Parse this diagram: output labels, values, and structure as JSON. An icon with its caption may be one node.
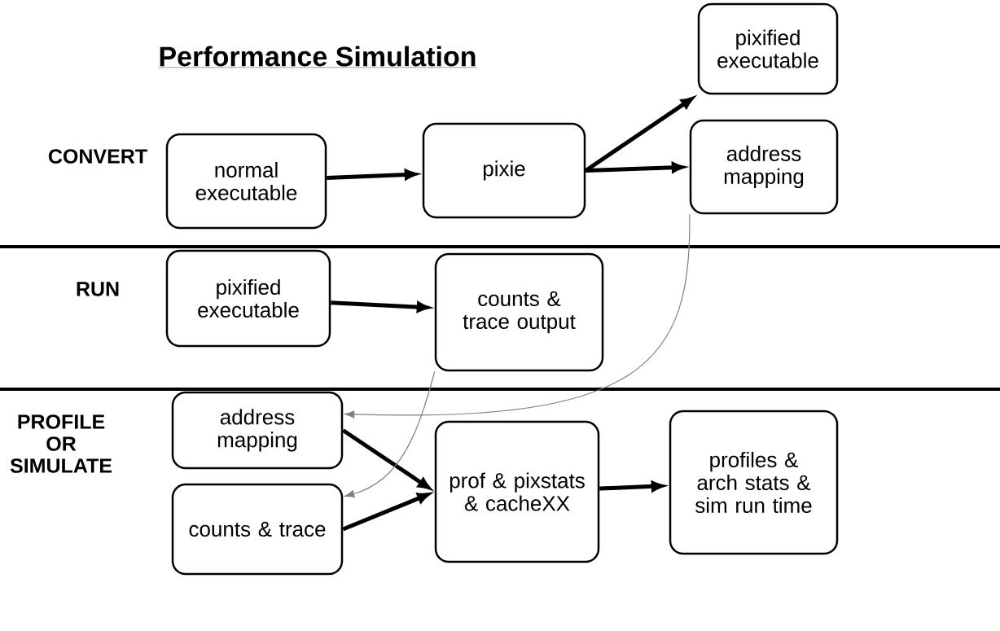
{
  "diagram": {
    "title": "Performance Simulation",
    "nodes": [
      {
        "text": [
          "normal executable"
        ]
      },
      {
        "text": [
          "pixie"
        ]
      },
      {
        "text": [
          "pixified executable"
        ]
      },
      {
        "text": [
          "address mapping"
        ]
      },
      {
        "text": [
          "pixified executable"
        ]
      },
      {
        "text": [
          "counts & trace output"
        ]
      },
      {
        "text": [
          "address mapping"
        ]
      },
      {
        "text": [
          "counts & trace"
        ]
      },
      {
        "text": [
          "prof & pixstats & cacheXX"
        ]
      },
      {
        "text": [
          "profiles & arch stats & sim run time"
        ]
      }
    ],
    "edges": [
      {
        "from": 0,
        "to": 1,
        "arrow": "to"
      },
      {
        "from": 1,
        "to": 2,
        "arrow": "to"
      },
      {
        "from": 1,
        "to": 3,
        "arrow": "to"
      },
      {
        "from": 4,
        "to": 5,
        "arrow": "to"
      },
      {
        "from": 6,
        "to": 8,
        "arrow": "to"
      },
      {
        "from": 7,
        "to": 8,
        "arrow": "to"
      },
      {
        "from": 8,
        "to": 9,
        "arrow": "to"
      },
      {
        "from": 3,
        "to": 6,
        "arrow": "to",
        "color": "#808080"
      },
      {
        "from": 5,
        "to": 7,
        "arrow": "to",
        "color": "#808080"
      }
    ],
    "labels": [
      "CONVERT",
      "RUN",
      "PROFILE OR SIMULATE"
    ]
  }
}
